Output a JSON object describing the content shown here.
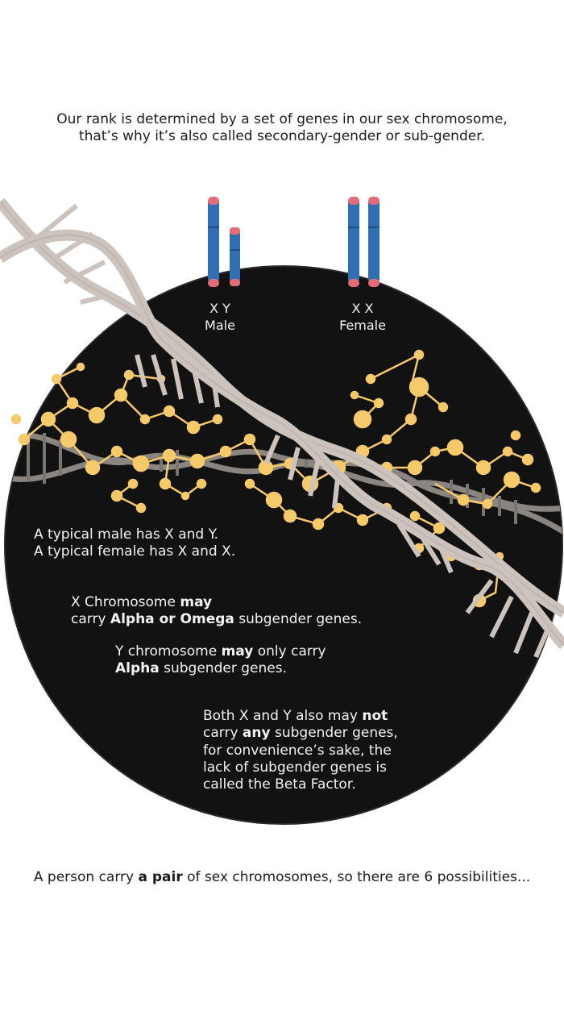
{
  "intro": {
    "line1": "Our rank is determined by a set of genes in our sex chromosome,",
    "line2": "that’s why it’s also called secondary-gender or sub-gender."
  },
  "chromosomes": {
    "male": {
      "pair": "X Y",
      "label": "Male"
    },
    "female": {
      "pair": "X X",
      "label": "Female"
    }
  },
  "facts": {
    "typical": {
      "line1": "A typical male has X and Y.",
      "line2": "A typical female has X and X."
    },
    "x_chromosome": {
      "a": "X Chromosome ",
      "b": "may",
      "c": "carry ",
      "d": "Alpha or Omega",
      "e": " subgender genes."
    },
    "y_chromosome": {
      "a": "Y chromosome ",
      "b": "may",
      "c": " only carry",
      "d": "Alpha",
      "e": " subgender genes."
    },
    "beta": {
      "a": "Both X and Y also may ",
      "b": "not",
      "c": "carry ",
      "d": "any",
      "e": " subgender genes,",
      "f": "for convenience’s sake, the",
      "g": "lack of subgender genes is",
      "h": "called the Beta Factor."
    }
  },
  "outro": {
    "a": "A person carry ",
    "b": "a pair",
    "c": " of sex chromosomes, so there are 6 possibilities..."
  },
  "colors": {
    "background": "#ffffff",
    "circle": "#121212",
    "dna": "#cbc3bc",
    "molecule": "#f6c96a",
    "chromosome": "#2f6fb2",
    "telomere": "#e46b78"
  }
}
